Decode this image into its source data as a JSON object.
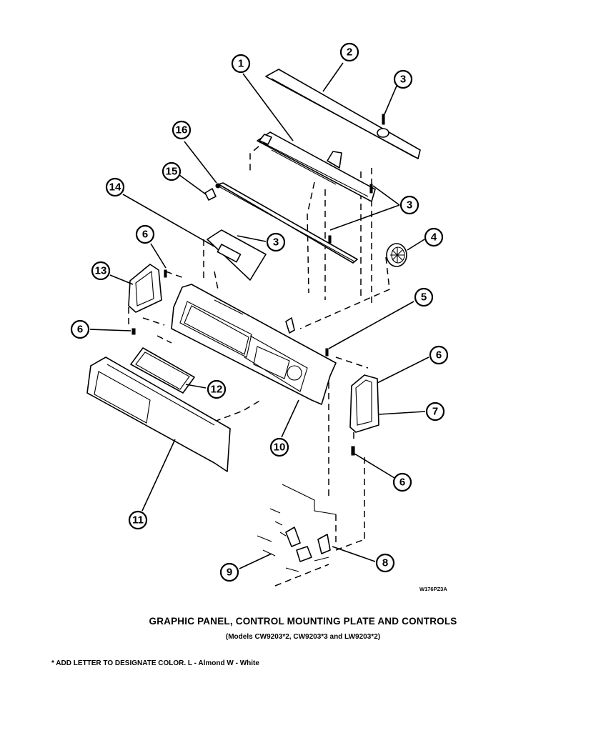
{
  "diagram": {
    "callouts": [
      "1",
      "2",
      "3",
      "3",
      "3",
      "4",
      "5",
      "6",
      "6",
      "6",
      "6",
      "7",
      "8",
      "9",
      "10",
      "11",
      "12",
      "13",
      "14",
      "15",
      "16"
    ],
    "drawing_code": "W176PZ3A"
  },
  "caption": {
    "title": "GRAPHIC PANEL, CONTROL MOUNTING PLATE AND CONTROLS",
    "models": "(Models CW9203*2, CW9203*3 and LW9203*2)",
    "color_note": "* ADD LETTER TO DESIGNATE COLOR.  L - Almond  W - White"
  }
}
